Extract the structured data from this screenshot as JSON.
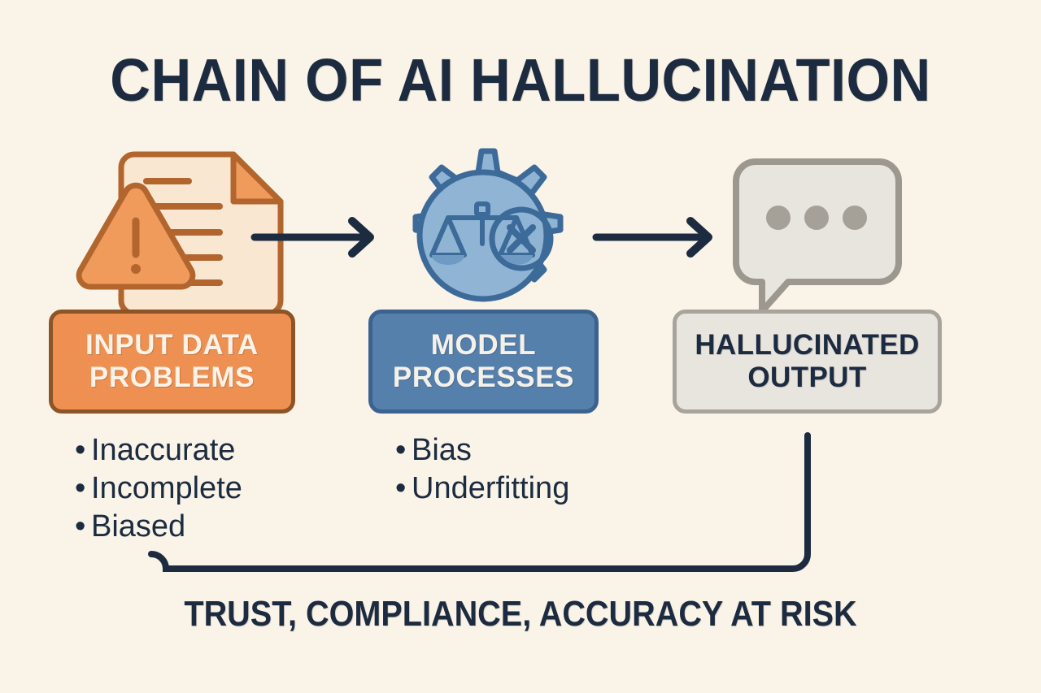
{
  "page": {
    "title": "CHAIN OF AI HALLUCINATION",
    "footer": "TRUST, COMPLIANCE, ACCURACY AT RISK",
    "background_color": "#faf3e7",
    "ink_color": "#1c2b40"
  },
  "stages": [
    {
      "id": "input-data-problems",
      "icon": "document-warning-icon",
      "label_line1": "INPUT DATA",
      "label_line2": "PROBLEMS",
      "fill_color": "#ee9052",
      "border_color": "#8c5427",
      "text_color": "#fbf3e8",
      "bullets": [
        "Inaccurate",
        "Incomplete",
        "Biased"
      ]
    },
    {
      "id": "model-processes",
      "icon": "gear-scales-error-icon",
      "label_line1": "MODEL",
      "label_line2": "PROCESSES",
      "fill_color": "#5580ac",
      "border_color": "#3c6290",
      "text_color": "#f5f1e8",
      "bullets": [
        "Bias",
        "Underfitting"
      ]
    },
    {
      "id": "hallucinated-output",
      "icon": "speech-bubble-dots-icon",
      "label_line1": "HALLUCINATED",
      "label_line2": "OUTPUT",
      "fill_color": "#e8e5df",
      "border_color": "#a8a49d",
      "text_color": "#1c2b40",
      "bullets": []
    }
  ],
  "connectors": {
    "arrow1": "arrow-right-icon",
    "arrow2": "arrow-right-icon",
    "feedback_loop": "feedback-loop-line"
  },
  "bullet_marker": "•"
}
